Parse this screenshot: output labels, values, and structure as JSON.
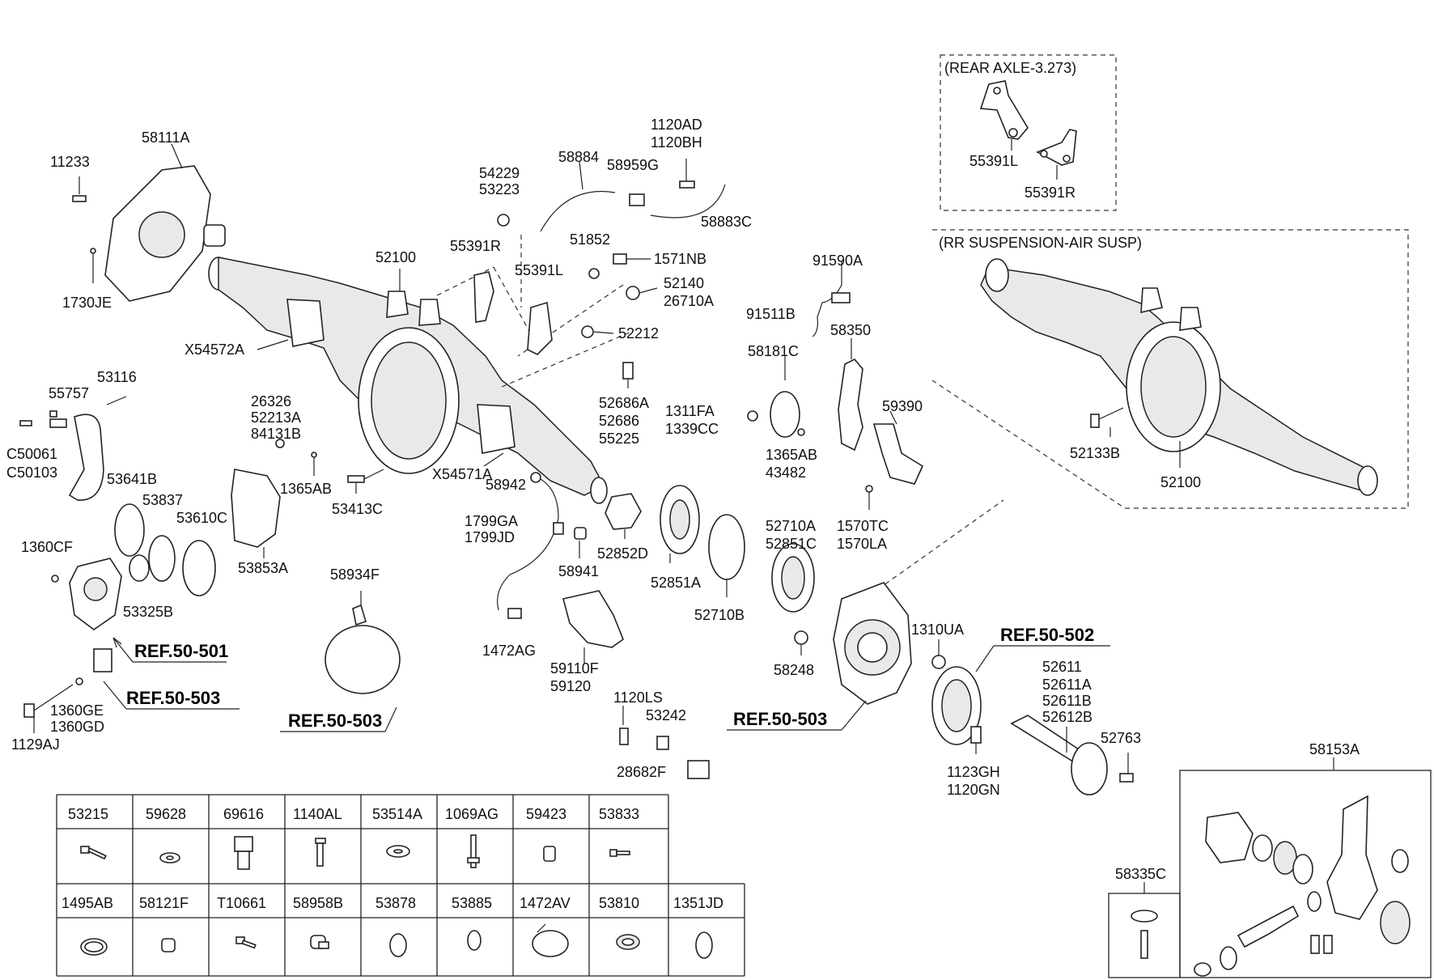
{
  "callouts": {
    "c58111A": "58111A",
    "c11233": "11233",
    "c1730JE": "1730JE",
    "c52100": "52100",
    "cX54572A": "X54572A",
    "c55391R": "55391R",
    "c55391L": "55391L",
    "c54229": "54229",
    "c53223": "53223",
    "c58884": "58884",
    "c58959G": "58959G",
    "c1120AD": "1120AD",
    "c1120BH": "1120BH",
    "c58883C": "58883C",
    "c51852": "51852",
    "c1571NB": "1571NB",
    "c52140": "52140",
    "c26710A": "26710A",
    "c52212": "52212",
    "c52686A": "52686A",
    "c52686": "52686",
    "c55225": "55225",
    "c91590A": "91590A",
    "c91511B": "91511B",
    "c58350": "58350",
    "c58181C": "58181C",
    "c1311FA": "1311FA",
    "c1339CC": "1339CC",
    "c59390": "59390",
    "c1365AB_r": "1365AB",
    "c43482": "43482",
    "c1570TC": "1570TC",
    "c1570LA": "1570LA",
    "c55757": "55757",
    "c53116": "53116",
    "cC50061": "C50061",
    "cC50103": "C50103",
    "c26326": "26326",
    "c52213A": "52213A",
    "c84131B": "84131B",
    "c1365AB_l": "1365AB",
    "c53413C": "53413C",
    "cX54571A": "X54571A",
    "c58942": "58942",
    "c53641B": "53641B",
    "c53837": "53837",
    "c53610C": "53610C",
    "c1360CF": "1360CF",
    "c53853A": "53853A",
    "c53325B": "53325B",
    "c1799GA": "1799GA",
    "c1799JD": "1799JD",
    "c58941": "58941",
    "c52852D": "52852D",
    "c52851A": "52851A",
    "c52710A": "52710A",
    "c52851C": "52851C",
    "c52710B": "52710B",
    "c58934F": "58934F",
    "c1472AG": "1472AG",
    "c59110F": "59110F",
    "c59120": "59120",
    "c1310UA": "1310UA",
    "c58248": "58248",
    "c1360GE": "1360GE",
    "c1360GD": "1360GD",
    "c1129AJ": "1129AJ",
    "c1120LS": "1120LS",
    "c53242": "53242",
    "c28682F": "28682F",
    "c52611": "52611",
    "c52611A": "52611A",
    "c52611B": "52611B",
    "c52612B": "52612B",
    "c52763": "52763",
    "c1123GH": "1123GH",
    "c1120GN": "1120GN",
    "c58153A": "58153A",
    "c58335C": "58335C",
    "c55391L_box": "55391L",
    "c55391R_box": "55391R",
    "c52133B": "52133B",
    "c52100_box": "52100"
  },
  "refs": {
    "r501": "REF.50-501",
    "r503_left": "REF.50-503",
    "r503_bottom": "REF.50-503",
    "r503_center": "REF.50-503",
    "r502": "REF.50-502"
  },
  "boxes": {
    "rear_axle_title": "(REAR AXLE-3.273)",
    "air_susp_title": "(RR SUSPENSION-AIR SUSP)"
  },
  "parts_table": {
    "row1": [
      "53215",
      "59628",
      "69616",
      "1140AL",
      "53514A",
      "1069AG",
      "59423",
      "53833"
    ],
    "row2": [
      "1495AB",
      "58121F",
      "T10661",
      "58958B",
      "53878",
      "53885",
      "1472AV",
      "53810",
      "1351JD"
    ]
  }
}
